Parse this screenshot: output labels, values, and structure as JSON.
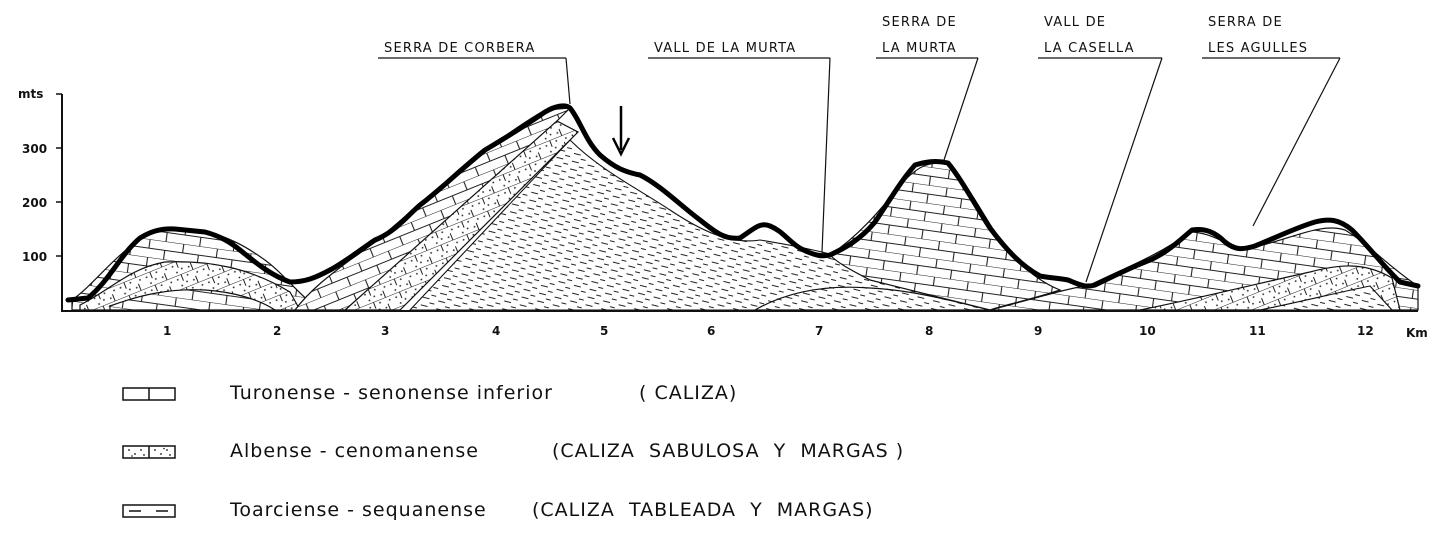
{
  "y_axis": {
    "unit": "mts",
    "ticks": [
      "300",
      "200",
      "100"
    ]
  },
  "x_axis": {
    "unit": "Km",
    "ticks": [
      "1",
      "2",
      "3",
      "4",
      "5",
      "6",
      "7",
      "8",
      "9",
      "10",
      "11",
      "12"
    ]
  },
  "place_labels": [
    {
      "lines": [
        "SERRA DE CORBERA"
      ]
    },
    {
      "lines": [
        "VALL DE LA MURTA"
      ]
    },
    {
      "lines": [
        "SERRA DE",
        "LA MURTA"
      ]
    },
    {
      "lines": [
        "VALL DE",
        "LA CASELLA"
      ]
    },
    {
      "lines": [
        "SERRA DE",
        "LES AGULLES"
      ]
    }
  ],
  "legend": [
    {
      "swatch": "plain-limestone-icon",
      "name": "Turonense - senonense inferior",
      "lithology": "( CALIZA)"
    },
    {
      "swatch": "dotted-limestone-icon",
      "name": "Albense - cenomanense",
      "lithology": "(CALIZA  SABULOSA  Y  MARGAS )"
    },
    {
      "swatch": "dashed-limestone-icon",
      "name": "Toarciense - sequanense",
      "lithology": "(CALIZA  TABLEADA  Y  MARGAS)"
    }
  ]
}
